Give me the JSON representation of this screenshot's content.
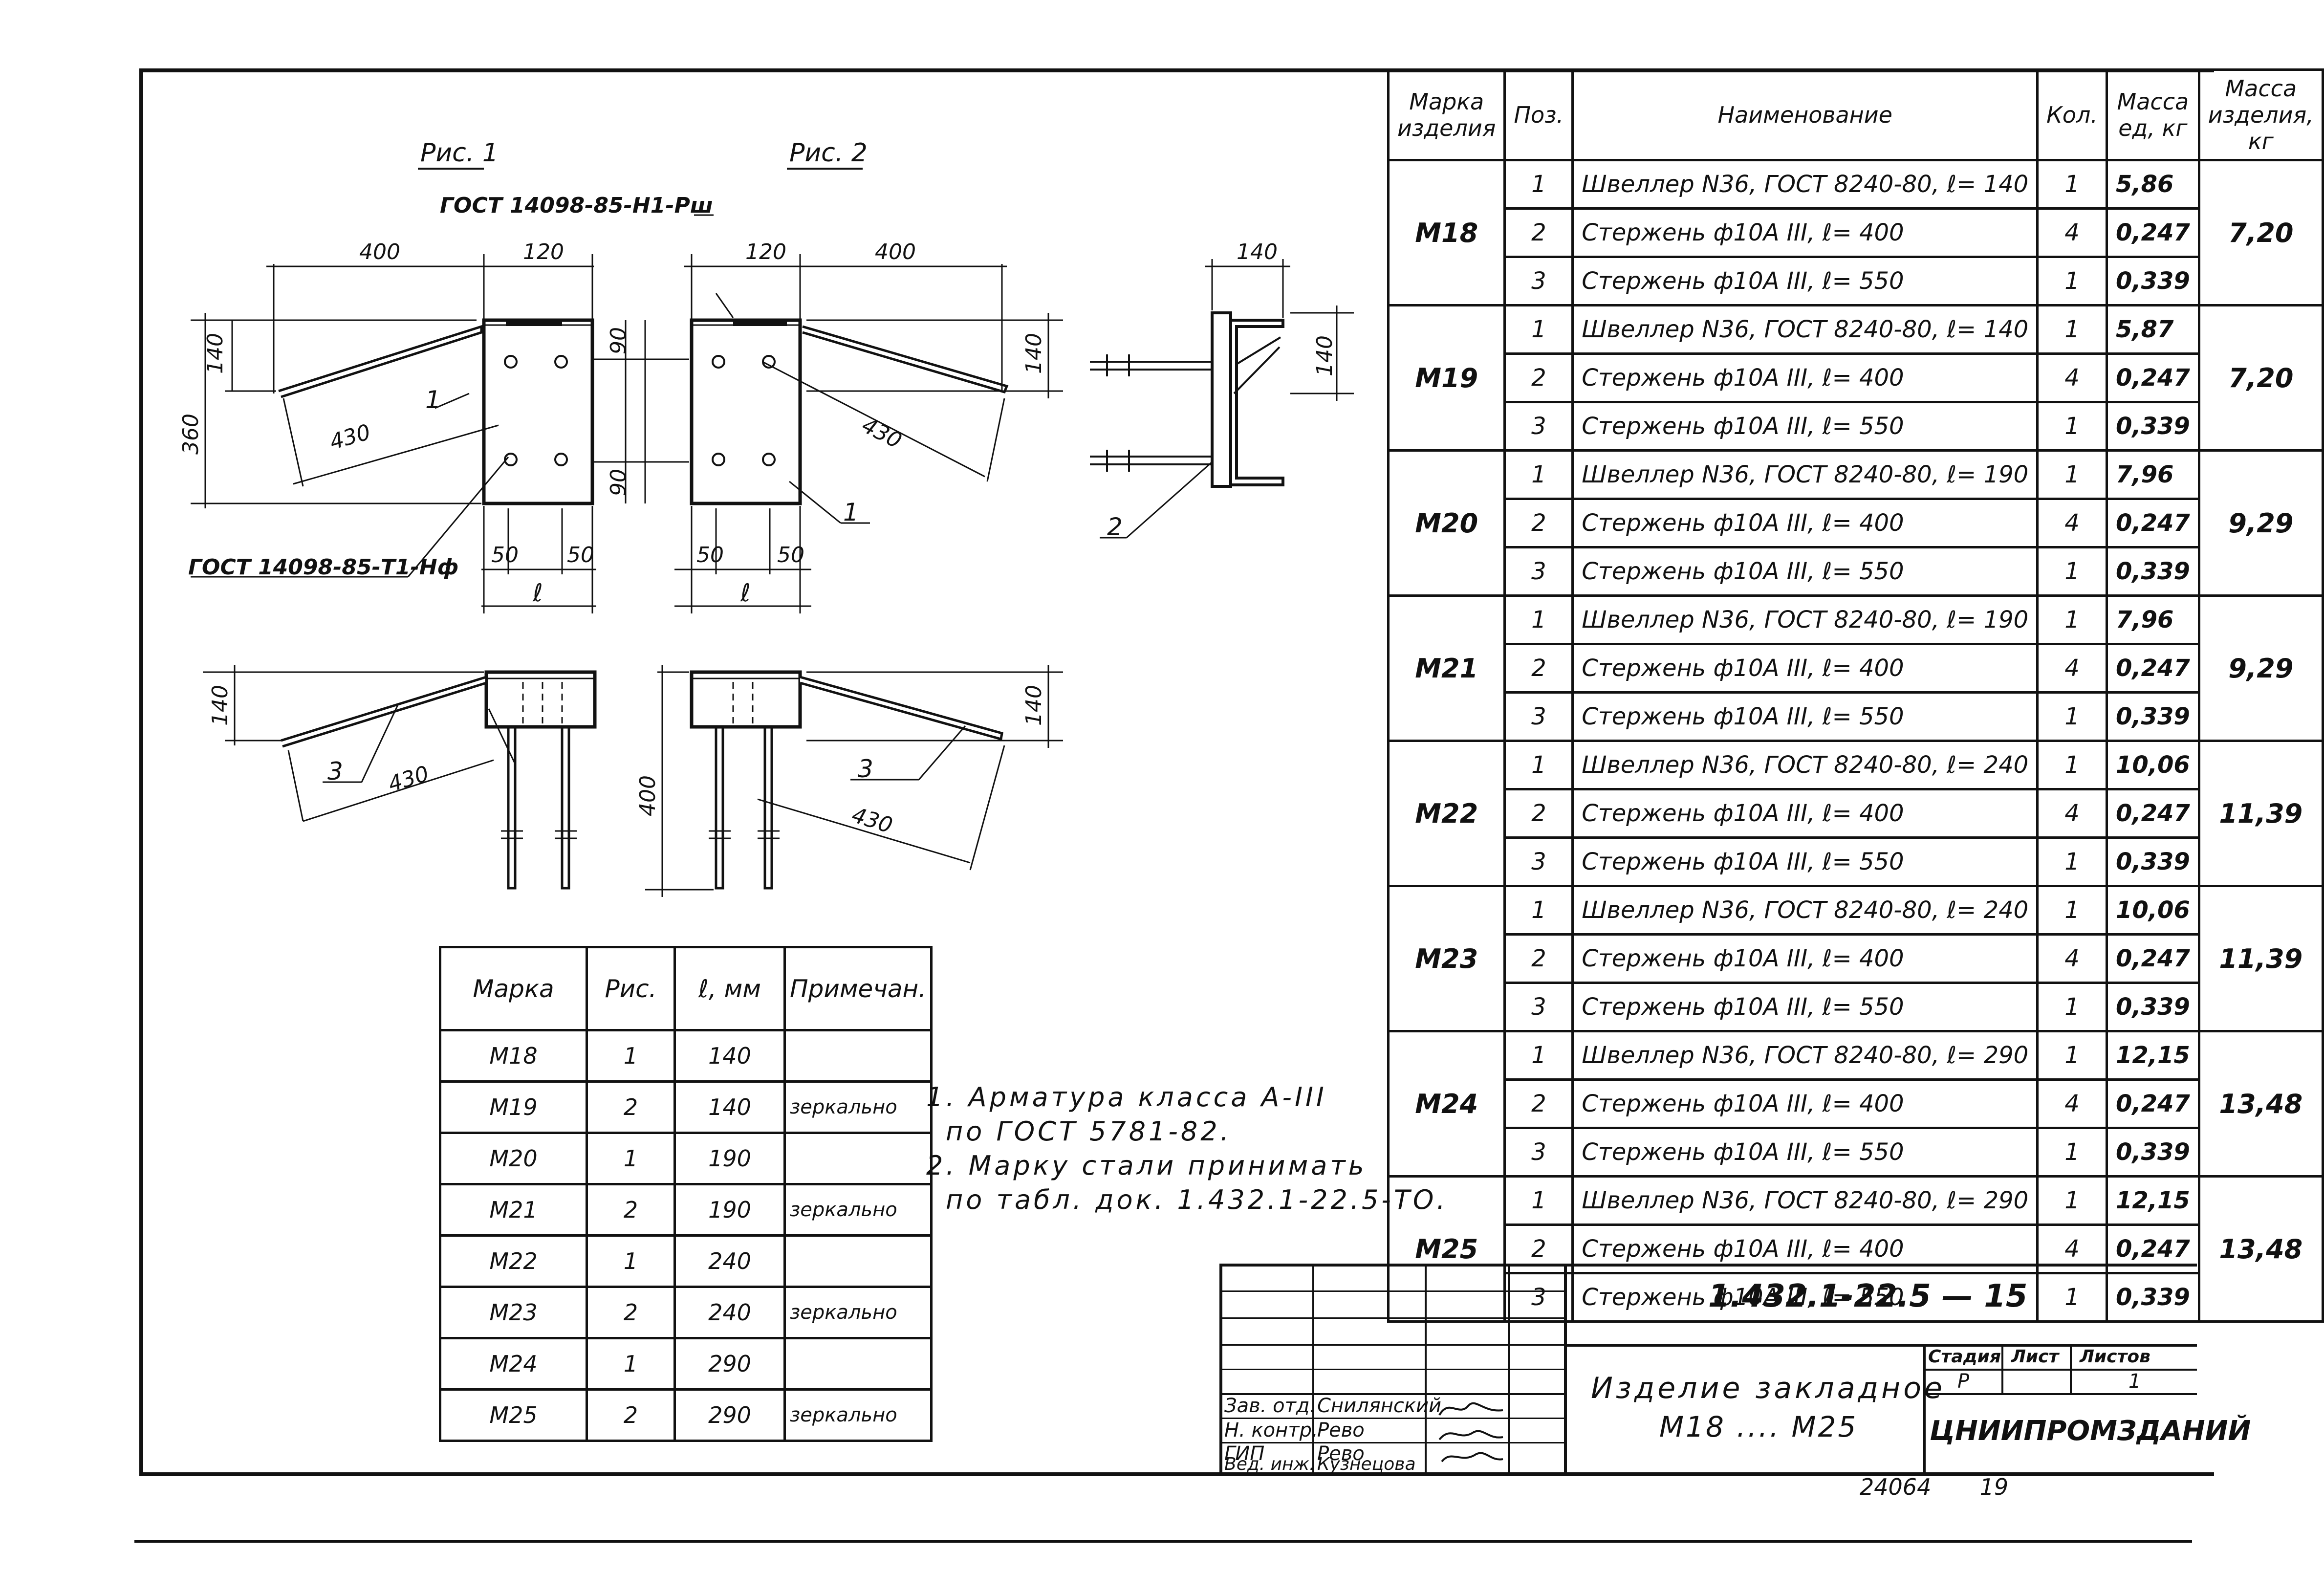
{
  "figures": {
    "fig1_label": "Рис. 1",
    "fig2_label": "Рис. 2",
    "gost_top": "ГОСТ 14098-85-Н1-Рш",
    "gost_bottom": "ГОСТ 14098-85-Т1-Нф",
    "dims": {
      "d400": "400",
      "d120": "120",
      "d140": "140",
      "d360": "360",
      "d90": "90",
      "d430": "430",
      "d50": "50",
      "dl": "ℓ"
    },
    "callouts": {
      "p1": "1",
      "p2": "2",
      "p3": "3"
    }
  },
  "spec_table": {
    "headers": [
      "Марка изделия",
      "Поз.",
      "Наименование",
      "Кол.",
      "Масса ед, кг",
      "Масса изделия, кг"
    ],
    "groups": [
      {
        "mark": "М18",
        "total": "7,20",
        "rows": [
          {
            "pos": "1",
            "name": "Швеллер N36, ГОСТ 8240-80, ℓ= 140",
            "qty": "1",
            "mass": "5,86"
          },
          {
            "pos": "2",
            "name": "Стержень ф10А III, ℓ= 400",
            "qty": "4",
            "mass": "0,247"
          },
          {
            "pos": "3",
            "name": "Стержень ф10А III, ℓ= 550",
            "qty": "1",
            "mass": "0,339"
          }
        ]
      },
      {
        "mark": "М19",
        "total": "7,20",
        "rows": [
          {
            "pos": "1",
            "name": "Швеллер N36, ГОСТ 8240-80, ℓ= 140",
            "qty": "1",
            "mass": "5,87"
          },
          {
            "pos": "2",
            "name": "Стержень ф10А III, ℓ= 400",
            "qty": "4",
            "mass": "0,247"
          },
          {
            "pos": "3",
            "name": "Стержень ф10А III, ℓ= 550",
            "qty": "1",
            "mass": "0,339"
          }
        ]
      },
      {
        "mark": "М20",
        "total": "9,29",
        "rows": [
          {
            "pos": "1",
            "name": "Швеллер N36, ГОСТ 8240-80, ℓ= 190",
            "qty": "1",
            "mass": "7,96"
          },
          {
            "pos": "2",
            "name": "Стержень ф10А III, ℓ= 400",
            "qty": "4",
            "mass": "0,247"
          },
          {
            "pos": "3",
            "name": "Стержень ф10А III, ℓ= 550",
            "qty": "1",
            "mass": "0,339"
          }
        ]
      },
      {
        "mark": "М21",
        "total": "9,29",
        "rows": [
          {
            "pos": "1",
            "name": "Швеллер N36, ГОСТ 8240-80, ℓ= 190",
            "qty": "1",
            "mass": "7,96"
          },
          {
            "pos": "2",
            "name": "Стержень ф10А III, ℓ= 400",
            "qty": "4",
            "mass": "0,247"
          },
          {
            "pos": "3",
            "name": "Стержень ф10А III, ℓ= 550",
            "qty": "1",
            "mass": "0,339"
          }
        ]
      },
      {
        "mark": "М22",
        "total": "11,39",
        "rows": [
          {
            "pos": "1",
            "name": "Швеллер N36, ГОСТ 8240-80, ℓ= 240",
            "qty": "1",
            "mass": "10,06"
          },
          {
            "pos": "2",
            "name": "Стержень ф10А III, ℓ= 400",
            "qty": "4",
            "mass": "0,247"
          },
          {
            "pos": "3",
            "name": "Стержень ф10А III, ℓ= 550",
            "qty": "1",
            "mass": "0,339"
          }
        ]
      },
      {
        "mark": "М23",
        "total": "11,39",
        "rows": [
          {
            "pos": "1",
            "name": "Швеллер N36, ГОСТ 8240-80, ℓ= 240",
            "qty": "1",
            "mass": "10,06"
          },
          {
            "pos": "2",
            "name": "Стержень ф10А III, ℓ= 400",
            "qty": "4",
            "mass": "0,247"
          },
          {
            "pos": "3",
            "name": "Стержень ф10А III, ℓ= 550",
            "qty": "1",
            "mass": "0,339"
          }
        ]
      },
      {
        "mark": "М24",
        "total": "13,48",
        "rows": [
          {
            "pos": "1",
            "name": "Швеллер N36, ГОСТ 8240-80, ℓ= 290",
            "qty": "1",
            "mass": "12,15"
          },
          {
            "pos": "2",
            "name": "Стержень ф10А III, ℓ= 400",
            "qty": "4",
            "mass": "0,247"
          },
          {
            "pos": "3",
            "name": "Стержень ф10А III, ℓ= 550",
            "qty": "1",
            "mass": "0,339"
          }
        ]
      },
      {
        "mark": "М25",
        "total": "13,48",
        "rows": [
          {
            "pos": "1",
            "name": "Швеллер N36, ГОСТ 8240-80, ℓ= 290",
            "qty": "1",
            "mass": "12,15"
          },
          {
            "pos": "2",
            "name": "Стержень ф10А III, ℓ= 400",
            "qty": "4",
            "mass": "0,247"
          },
          {
            "pos": "3",
            "name": "Стержень ф10А III, ℓ= 550",
            "qty": "1",
            "mass": "0,339"
          }
        ]
      }
    ]
  },
  "marks_table": {
    "headers": [
      "Марка",
      "Рис.",
      "ℓ, мм",
      "Примечан."
    ],
    "rows": [
      {
        "mark": "М18",
        "fig": "1",
        "l": "140",
        "note": ""
      },
      {
        "mark": "М19",
        "fig": "2",
        "l": "140",
        "note": "зеркально"
      },
      {
        "mark": "М20",
        "fig": "1",
        "l": "190",
        "note": ""
      },
      {
        "mark": "М21",
        "fig": "2",
        "l": "190",
        "note": "зеркально"
      },
      {
        "mark": "М22",
        "fig": "1",
        "l": "240",
        "note": ""
      },
      {
        "mark": "М23",
        "fig": "2",
        "l": "240",
        "note": "зеркально"
      },
      {
        "mark": "М24",
        "fig": "1",
        "l": "290",
        "note": ""
      },
      {
        "mark": "М25",
        "fig": "2",
        "l": "290",
        "note": "зеркально"
      }
    ]
  },
  "notes": [
    "1. Арматура класса А-III",
    "по ГОСТ 5781-82.",
    "2. Марку стали принимать",
    "по табл. док. 1.432.1-22.5-ТО."
  ],
  "title_block": {
    "doc_number": "1.432.1-22.5 — 15",
    "title_line1": "Изделие закладное",
    "title_line2": "М18 .... М25",
    "stage_label": "Стадия",
    "sheet_label": "Лист",
    "sheets_label": "Листов",
    "stage": "Р",
    "sheets": "1",
    "organization": "ЦНИИПРОМЗДАНИЙ",
    "roles": [
      "Зав. отд.",
      "Н. контр.",
      "ГИП",
      "Вед. инж."
    ],
    "names": [
      "Снилянский",
      "Рево",
      "Рево",
      "Кузнецова"
    ]
  },
  "footer": {
    "inventory": "24064",
    "page": "19"
  }
}
